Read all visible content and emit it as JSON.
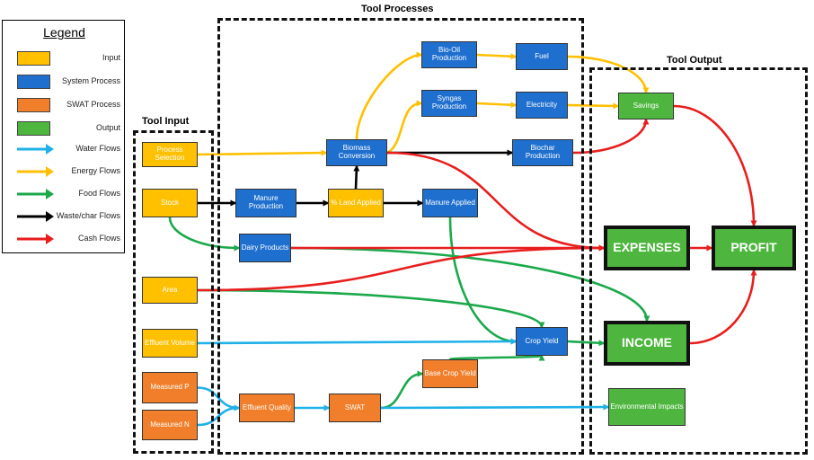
{
  "legend": {
    "title": "Legend",
    "items": [
      {
        "label": "Input",
        "color": "#FFC000",
        "kind": "swatch"
      },
      {
        "label": "System Process",
        "color": "#1F6FCF",
        "kind": "swatch"
      },
      {
        "label": "SWAT Process",
        "color": "#F07E2A",
        "kind": "swatch"
      },
      {
        "label": "Output",
        "color": "#4EB63F",
        "kind": "swatch"
      },
      {
        "label": "Water Flows",
        "color": "#1FB1E8",
        "kind": "arrow"
      },
      {
        "label": "Energy Flows",
        "color": "#FFC000",
        "kind": "arrow"
      },
      {
        "label": "Food Flows",
        "color": "#1BA94C",
        "kind": "arrow"
      },
      {
        "label": "Waste/char Flows",
        "color": "#000000",
        "kind": "arrow"
      },
      {
        "label": "Cash Flows",
        "color": "#E81E1E",
        "kind": "arrow"
      }
    ]
  },
  "sections": {
    "input": "Tool Input",
    "processes": "Tool Processes",
    "output": "Tool Output"
  },
  "nodes": {
    "process_selection": {
      "label": "Process Selection",
      "category": "input"
    },
    "stock": {
      "label": "Stock",
      "category": "input"
    },
    "area": {
      "label": "Area",
      "category": "input"
    },
    "effluent_volume": {
      "label": "Effluent Volume",
      "category": "input"
    },
    "measured_p": {
      "label": "Measured P",
      "category": "swat"
    },
    "measured_n": {
      "label": "Measured N",
      "category": "swat"
    },
    "bio_oil_production": {
      "label": "Bio-Oil Production",
      "category": "system"
    },
    "syngas_production": {
      "label": "Syngas Production",
      "category": "system"
    },
    "biomass_conversion": {
      "label": "Biomass Conversion",
      "category": "system"
    },
    "fuel": {
      "label": "Fuel",
      "category": "system"
    },
    "electricity": {
      "label": "Electricity",
      "category": "system"
    },
    "biochar_production": {
      "label": "Biochar Production",
      "category": "system"
    },
    "manure_production": {
      "label": "Manure Production",
      "category": "system"
    },
    "pct_land_applied": {
      "label": "% Land Applied",
      "category": "input"
    },
    "manure_applied": {
      "label": "Manure Applied",
      "category": "system"
    },
    "dairy_products": {
      "label": "Dairy Products",
      "category": "system"
    },
    "crop_yield": {
      "label": "Crop Yield",
      "category": "system"
    },
    "base_crop_yield": {
      "label": "Base Crop Yield",
      "category": "swat"
    },
    "effluent_quality": {
      "label": "Effluent Quality",
      "category": "swat"
    },
    "swat": {
      "label": "SWAT",
      "category": "swat"
    },
    "savings": {
      "label": "Savings",
      "category": "output"
    },
    "expenses": {
      "label": "EXPENSES",
      "category": "output"
    },
    "profit": {
      "label": "PROFIT",
      "category": "output"
    },
    "income": {
      "label": "INCOME",
      "category": "output"
    },
    "environmental_impacts": {
      "label": "Environmental Impacts",
      "category": "output"
    }
  },
  "edges": [
    {
      "from": "process_selection",
      "to": "biomass_conversion",
      "flow": "energy"
    },
    {
      "from": "biomass_conversion",
      "to": "bio_oil_production",
      "flow": "energy"
    },
    {
      "from": "biomass_conversion",
      "to": "syngas_production",
      "flow": "energy"
    },
    {
      "from": "bio_oil_production",
      "to": "fuel",
      "flow": "energy"
    },
    {
      "from": "syngas_production",
      "to": "electricity",
      "flow": "energy"
    },
    {
      "from": "fuel",
      "to": "savings",
      "flow": "energy"
    },
    {
      "from": "electricity",
      "to": "savings",
      "flow": "energy"
    },
    {
      "from": "biomass_conversion",
      "to": "biochar_production",
      "flow": "waste"
    },
    {
      "from": "stock",
      "to": "manure_production",
      "flow": "waste"
    },
    {
      "from": "manure_production",
      "to": "pct_land_applied",
      "flow": "waste"
    },
    {
      "from": "pct_land_applied",
      "to": "manure_applied",
      "flow": "waste"
    },
    {
      "from": "pct_land_applied",
      "to": "biomass_conversion",
      "flow": "waste"
    },
    {
      "from": "stock",
      "to": "dairy_products",
      "flow": "food"
    },
    {
      "from": "dairy_products",
      "to": "income",
      "flow": "food"
    },
    {
      "from": "area",
      "to": "crop_yield",
      "flow": "food"
    },
    {
      "from": "manure_applied",
      "to": "crop_yield",
      "flow": "food"
    },
    {
      "from": "base_crop_yield",
      "to": "crop_yield",
      "flow": "food"
    },
    {
      "from": "crop_yield",
      "to": "income",
      "flow": "food"
    },
    {
      "from": "swat",
      "to": "base_crop_yield",
      "flow": "food"
    },
    {
      "from": "effluent_volume",
      "to": "crop_yield",
      "flow": "water"
    },
    {
      "from": "measured_p",
      "to": "effluent_quality",
      "flow": "water"
    },
    {
      "from": "measured_n",
      "to": "effluent_quality",
      "flow": "water"
    },
    {
      "from": "effluent_quality",
      "to": "swat",
      "flow": "water"
    },
    {
      "from": "swat",
      "to": "environmental_impacts",
      "flow": "water"
    },
    {
      "from": "biochar_production",
      "to": "savings",
      "flow": "cash"
    },
    {
      "from": "biomass_conversion",
      "to": "expenses",
      "flow": "cash"
    },
    {
      "from": "dairy_products",
      "to": "expenses",
      "flow": "cash"
    },
    {
      "from": "area",
      "to": "expenses",
      "flow": "cash"
    },
    {
      "from": "savings",
      "to": "profit",
      "flow": "cash"
    },
    {
      "from": "expenses",
      "to": "profit",
      "flow": "cash"
    },
    {
      "from": "income",
      "to": "profit",
      "flow": "cash"
    }
  ],
  "flow_colors": {
    "water": "#1FB1E8",
    "energy": "#FFC000",
    "food": "#1BA94C",
    "waste": "#000000",
    "cash": "#E81E1E"
  }
}
